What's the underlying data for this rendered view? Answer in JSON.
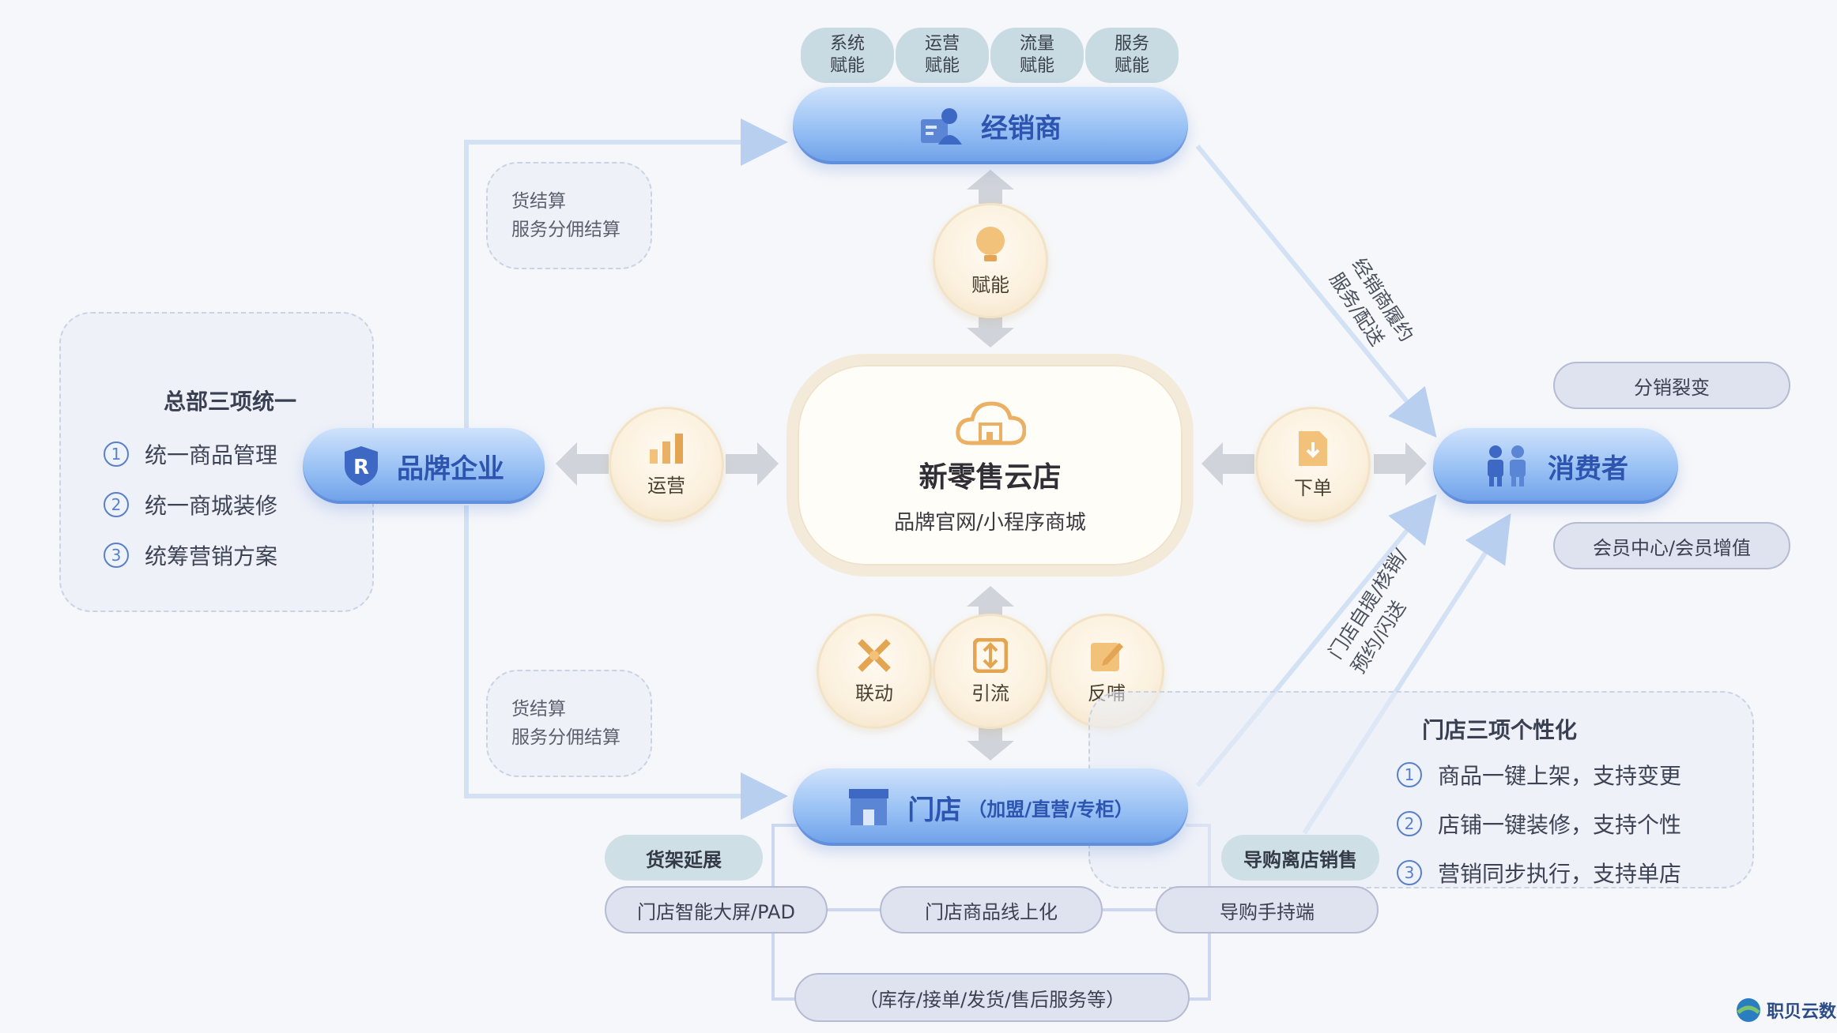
{
  "capability_chips": [
    {
      "line1": "系统",
      "line2": "赋能"
    },
    {
      "line1": "运营",
      "line2": "赋能"
    },
    {
      "line1": "流量",
      "line2": "赋能"
    },
    {
      "line1": "服务",
      "line2": "赋能"
    }
  ],
  "nodes": {
    "distributor": "经销商",
    "brand": "品牌企业",
    "consumer": "消费者",
    "store": "门店",
    "store_sub": "（加盟/直营/专柜）"
  },
  "hub": {
    "title": "新零售云店",
    "subtitle": "品牌官网/小程序商城"
  },
  "badges": {
    "empower": "赋能",
    "operate": "运营",
    "order": "下单",
    "link": "联动",
    "traffic": "引流",
    "feedback": "反哺"
  },
  "settlement_top": {
    "line1": "货结算",
    "line2": "服务分佣结算"
  },
  "settlement_bottom": {
    "line1": "货结算",
    "line2": "服务分佣结算"
  },
  "hq_panel": {
    "title": "总部三项统一",
    "items": [
      {
        "num": "1",
        "text": "统一商品管理"
      },
      {
        "num": "2",
        "text": "统一商城装修"
      },
      {
        "num": "3",
        "text": "统筹营销方案"
      }
    ]
  },
  "store_panel": {
    "title": "门店三项个性化",
    "items": [
      {
        "num": "1",
        "text": "商品一键上架，支持变更"
      },
      {
        "num": "2",
        "text": "店铺一键装修，支持个性"
      },
      {
        "num": "3",
        "text": "营销同步执行，支持单店"
      }
    ]
  },
  "consumer_pills": {
    "fission": "分销裂变",
    "member": "会员中心/会员增值"
  },
  "diagonal_labels": {
    "upper": {
      "line1": "经销商履约",
      "line2": "服务/配送"
    },
    "lower": {
      "line1": "门店自提/核销/",
      "line2": "预约/闪送"
    }
  },
  "store_tools": {
    "shelf": "货架延展",
    "guide_sales": "导购离店销售",
    "screen": "门店智能大屏/PAD",
    "online": "门店商品线上化",
    "guide_terminal": "导购手持端",
    "services": "（库存/接单/发货/售后服务等）"
  },
  "logo": "职贝云数",
  "colors": {
    "primary": "#2d55b0",
    "badge": "#fbf0dd",
    "panel": "#e8edf5"
  }
}
